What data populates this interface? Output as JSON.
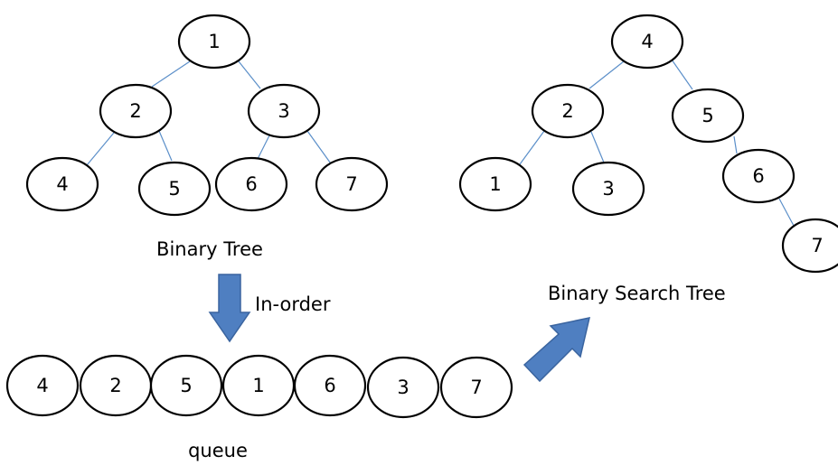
{
  "binary_tree": {
    "label": "Binary Tree",
    "nodes": [
      "1",
      "2",
      "3",
      "4",
      "5",
      "6",
      "7"
    ]
  },
  "traversal_label": "In-order",
  "queue": {
    "label": "queue",
    "items": [
      "4",
      "2",
      "5",
      "1",
      "6",
      "3",
      "7"
    ]
  },
  "bst": {
    "label": "Binary Search Tree",
    "nodes": [
      "4",
      "2",
      "5",
      "1",
      "3",
      "6",
      "7"
    ]
  },
  "colors": {
    "edge": "#5b8fc9",
    "arrow": "#4f7fc1",
    "node_stroke": "#000000"
  }
}
